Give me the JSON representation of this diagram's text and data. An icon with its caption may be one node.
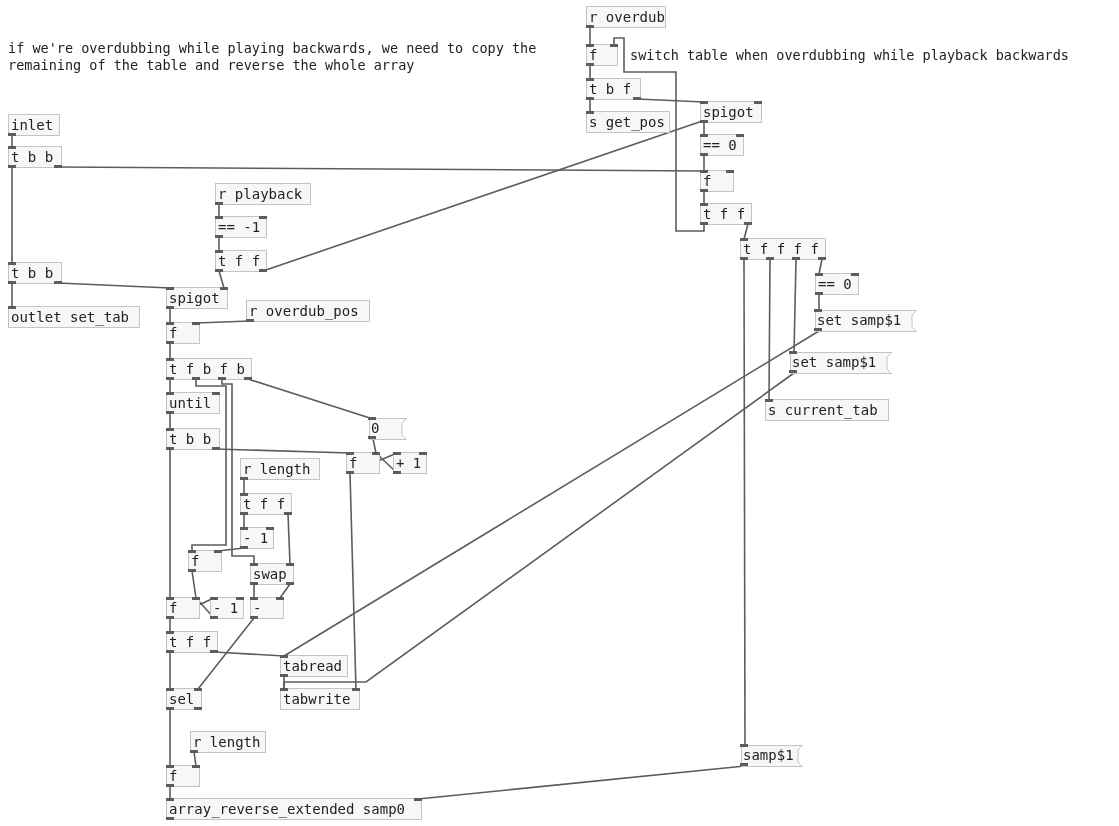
{
  "diagram": {
    "nodes": [
      {
        "text": [
          "r overdub"
        ]
      },
      {
        "text": [
          "f"
        ]
      },
      {
        "text": [
          "t b f"
        ]
      },
      {
        "text": [
          "s get_pos"
        ]
      },
      {
        "text": [
          "spigot"
        ]
      },
      {
        "text": [
          "== 0"
        ]
      },
      {
        "text": [
          "f"
        ]
      },
      {
        "text": [
          "t f f"
        ]
      },
      {
        "text": [
          "t f f f f"
        ]
      },
      {
        "text": [
          "== 0"
        ]
      },
      {
        "text": [
          "set samp$1"
        ]
      },
      {
        "text": [
          "set samp$1"
        ]
      },
      {
        "text": [
          "s current_tab"
        ]
      },
      {
        "text": [
          "inlet"
        ]
      },
      {
        "text": [
          "t b b"
        ]
      },
      {
        "text": [
          "r playback"
        ]
      },
      {
        "text": [
          "== -1"
        ]
      },
      {
        "text": [
          "t f f"
        ]
      },
      {
        "text": [
          "t b b"
        ]
      },
      {
        "text": [
          "spigot"
        ]
      },
      {
        "text": [
          "outlet set_tab"
        ]
      },
      {
        "text": [
          "r overdub_pos"
        ]
      },
      {
        "text": [
          "f"
        ]
      },
      {
        "text": [
          "t f b f b"
        ]
      },
      {
        "text": [
          "until"
        ]
      },
      {
        "text": [
          "0"
        ]
      },
      {
        "text": [
          "t b b"
        ]
      },
      {
        "text": [
          "f"
        ]
      },
      {
        "text": [
          "+ 1"
        ]
      },
      {
        "text": [
          "r length"
        ]
      },
      {
        "text": [
          "t f f"
        ]
      },
      {
        "text": [
          "- 1"
        ]
      },
      {
        "text": [
          "f"
        ]
      },
      {
        "text": [
          "swap"
        ]
      },
      {
        "text": [
          "f"
        ]
      },
      {
        "text": [
          "- 1"
        ]
      },
      {
        "text": [
          "-"
        ]
      },
      {
        "text": [
          "t f f"
        ]
      },
      {
        "text": [
          "tabread"
        ]
      },
      {
        "text": [
          "tabwrite"
        ]
      },
      {
        "text": [
          "sel"
        ]
      },
      {
        "text": [
          "r length"
        ]
      },
      {
        "text": [
          "f"
        ]
      },
      {
        "text": [
          "samp$1"
        ]
      },
      {
        "text": [
          "array_reverse_extended samp0"
        ]
      }
    ],
    "edges": [
      {
        "from": 0,
        "to": 1,
        "arrow": "none"
      },
      {
        "from": 1,
        "to": 2,
        "arrow": "none"
      },
      {
        "from": 2,
        "to": 3,
        "arrow": "none"
      },
      {
        "from": 2,
        "to": 4,
        "arrow": "none"
      },
      {
        "from": 7,
        "to": 1,
        "arrow": "none"
      },
      {
        "from": 17,
        "to": 4,
        "arrow": "none"
      },
      {
        "from": 4,
        "to": 5,
        "arrow": "none"
      },
      {
        "from": 5,
        "to": 6,
        "arrow": "none"
      },
      {
        "from": 14,
        "to": 6,
        "arrow": "none"
      },
      {
        "from": 6,
        "to": 7,
        "arrow": "none"
      },
      {
        "from": 7,
        "to": 8,
        "arrow": "none"
      },
      {
        "from": 8,
        "to": 43,
        "arrow": "none"
      },
      {
        "from": 8,
        "to": 12,
        "arrow": "none"
      },
      {
        "from": 8,
        "to": 11,
        "arrow": "none"
      },
      {
        "from": 8,
        "to": 9,
        "arrow": "none"
      },
      {
        "from": 9,
        "to": 10,
        "arrow": "none"
      },
      {
        "from": 10,
        "to": 38,
        "arrow": "none"
      },
      {
        "from": 11,
        "to": 39,
        "arrow": "none"
      },
      {
        "from": 13,
        "to": 14,
        "arrow": "none"
      },
      {
        "from": 14,
        "to": 18,
        "arrow": "none"
      },
      {
        "from": 18,
        "to": 20,
        "arrow": "none"
      },
      {
        "from": 18,
        "to": 19,
        "arrow": "none"
      },
      {
        "from": 15,
        "to": 16,
        "arrow": "none"
      },
      {
        "from": 16,
        "to": 17,
        "arrow": "none"
      },
      {
        "from": 17,
        "to": 19,
        "arrow": "none"
      },
      {
        "from": 19,
        "to": 22,
        "arrow": "none"
      },
      {
        "from": 21,
        "to": 22,
        "arrow": "none"
      },
      {
        "from": 22,
        "to": 23,
        "arrow": "none"
      },
      {
        "from": 23,
        "to": 24,
        "arrow": "none"
      },
      {
        "from": 23,
        "to": 32,
        "arrow": "none"
      },
      {
        "from": 23,
        "to": 33,
        "arrow": "none"
      },
      {
        "from": 23,
        "to": 25,
        "arrow": "none"
      },
      {
        "from": 24,
        "to": 26,
        "arrow": "none"
      },
      {
        "from": 26,
        "to": 34,
        "arrow": "none"
      },
      {
        "from": 26,
        "to": 27,
        "arrow": "none"
      },
      {
        "from": 25,
        "to": 27,
        "arrow": "none"
      },
      {
        "from": 27,
        "to": 28,
        "arrow": "none"
      },
      {
        "from": 28,
        "to": 27,
        "arrow": "none"
      },
      {
        "from": 27,
        "to": 39,
        "arrow": "none"
      },
      {
        "from": 29,
        "to": 30,
        "arrow": "none"
      },
      {
        "from": 30,
        "to": 31,
        "arrow": "none"
      },
      {
        "from": 30,
        "to": 33,
        "arrow": "none"
      },
      {
        "from": 31,
        "to": 32,
        "arrow": "none"
      },
      {
        "from": 32,
        "to": 34,
        "arrow": "none"
      },
      {
        "from": 34,
        "to": 35,
        "arrow": "none"
      },
      {
        "from": 35,
        "to": 34,
        "arrow": "none"
      },
      {
        "from": 33,
        "to": 36,
        "arrow": "none"
      },
      {
        "from": 33,
        "to": 36,
        "arrow": "none"
      },
      {
        "from": 36,
        "to": 40,
        "arrow": "none"
      },
      {
        "from": 34,
        "to": 37,
        "arrow": "none"
      },
      {
        "from": 37,
        "to": 40,
        "arrow": "none"
      },
      {
        "from": 37,
        "to": 38,
        "arrow": "none"
      },
      {
        "from": 38,
        "to": 39,
        "arrow": "none"
      },
      {
        "from": 40,
        "to": 42,
        "arrow": "none"
      },
      {
        "from": 41,
        "to": 42,
        "arrow": "none"
      },
      {
        "from": 42,
        "to": 44,
        "arrow": "none"
      },
      {
        "from": 43,
        "to": 44,
        "arrow": "none"
      }
    ],
    "labels": [
      "if we're overdubbing while playing backwards, we need to copy the remaining of the table and reverse the whole array",
      "switch table when overdubbing while playback backwards"
    ]
  }
}
